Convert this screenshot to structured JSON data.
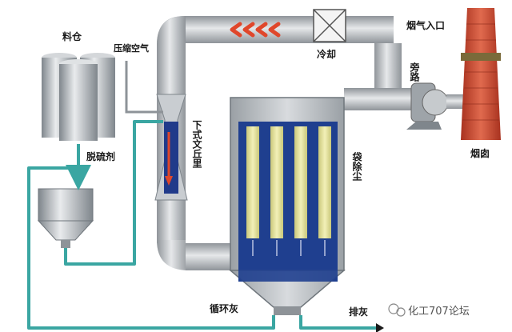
{
  "labels": {
    "material_bin": "料仓",
    "compressed_air": "压缩空气",
    "desulfurizer": "脱硫剂",
    "cooling": "冷却",
    "flue_gas_inlet": "烟气入口",
    "bypass": "旁路",
    "venturi": "下式文丘里",
    "bag_filter": "袋除尘",
    "chimney": "烟囱",
    "recycled_ash": "循环灰",
    "ash_discharge": "排灰",
    "watermark": "化工707论坛"
  },
  "colors": {
    "pipe_gray": "#b8bcc0",
    "pipe_dark": "#8e9398",
    "flow_arrow": "#e0472b",
    "teal_line": "#3aa6a2",
    "filter_blue": "#1f3f8f",
    "filter_bag": "#e8e6a0",
    "chimney_red": "#c8432e"
  }
}
